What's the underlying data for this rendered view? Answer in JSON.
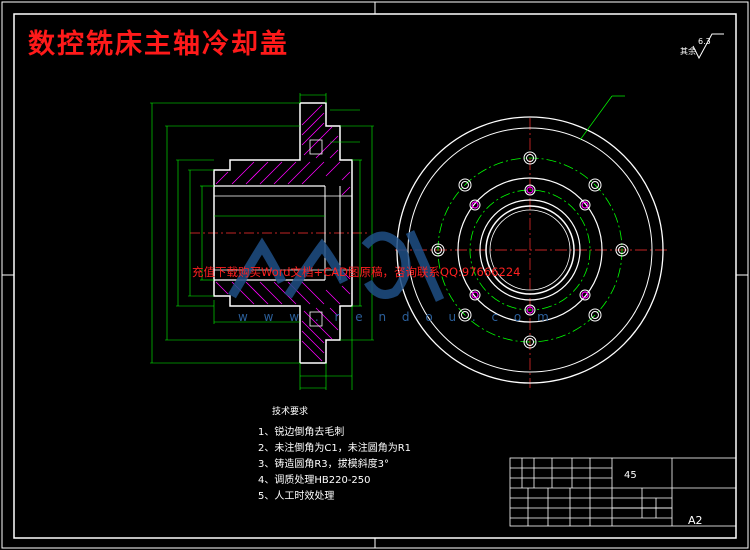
{
  "title": "数控铣床主轴冷却盖",
  "roughness": {
    "prefix": "其余",
    "value": "6.3"
  },
  "promo_text": "充值下载购买Word文档+CAD图原稿，咨询联系QQ:97666224",
  "watermark": "w w w . r e n d o u . c o m",
  "tech_requirements": {
    "heading": "技术要求",
    "items": [
      "1、锐边倒角去毛刺",
      "2、未注倒角为C1，未注圆角为R1",
      "3、铸造圆角R3，拔模斜度3°",
      "4、调质处理HB220-250",
      "5、人工时效处理"
    ]
  },
  "title_block": {
    "material": "45",
    "sheet_size": "A2"
  },
  "colors": {
    "outline": "#ffffff",
    "hatch": "#ff00ff",
    "dimension": "#00ff00",
    "center": "#ff3030",
    "title": "#ff1a1a"
  }
}
